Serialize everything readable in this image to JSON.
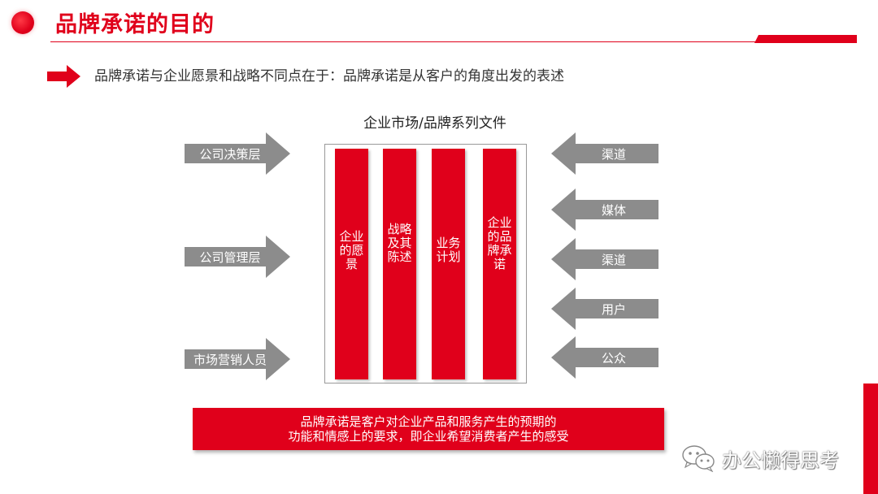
{
  "header": {
    "title": "品牌承诺的目的"
  },
  "intro": {
    "text": "品牌承诺与企业愿景和战略不同点在于：品牌承诺是从客户的角度出发的表述"
  },
  "diagram": {
    "title": "企业市场/品牌系列文件",
    "columns": [
      {
        "label": "企业的愿景"
      },
      {
        "label": "战略及其陈述"
      },
      {
        "label": "业务计划"
      },
      {
        "label": "企业的品牌承诺"
      }
    ],
    "left_arrows": [
      {
        "label": "公司决策层"
      },
      {
        "label": "公司管理层"
      },
      {
        "label": "市场营销人员"
      }
    ],
    "right_arrows": [
      {
        "label": "渠道"
      },
      {
        "label": "媒体"
      },
      {
        "label": "渠道"
      },
      {
        "label": "用户"
      },
      {
        "label": "公众"
      }
    ]
  },
  "summary": {
    "line1": "品牌承诺是客户对企业产品和服务产生的预期的",
    "line2": "功能和情感上的要求，即企业希望消费者产生的感受"
  },
  "watermark": {
    "text": "办公懒得思考",
    "icon": "wechat-icon"
  },
  "colors": {
    "accent": "#e0001b",
    "arrow_gray": "#8c8c8c"
  }
}
